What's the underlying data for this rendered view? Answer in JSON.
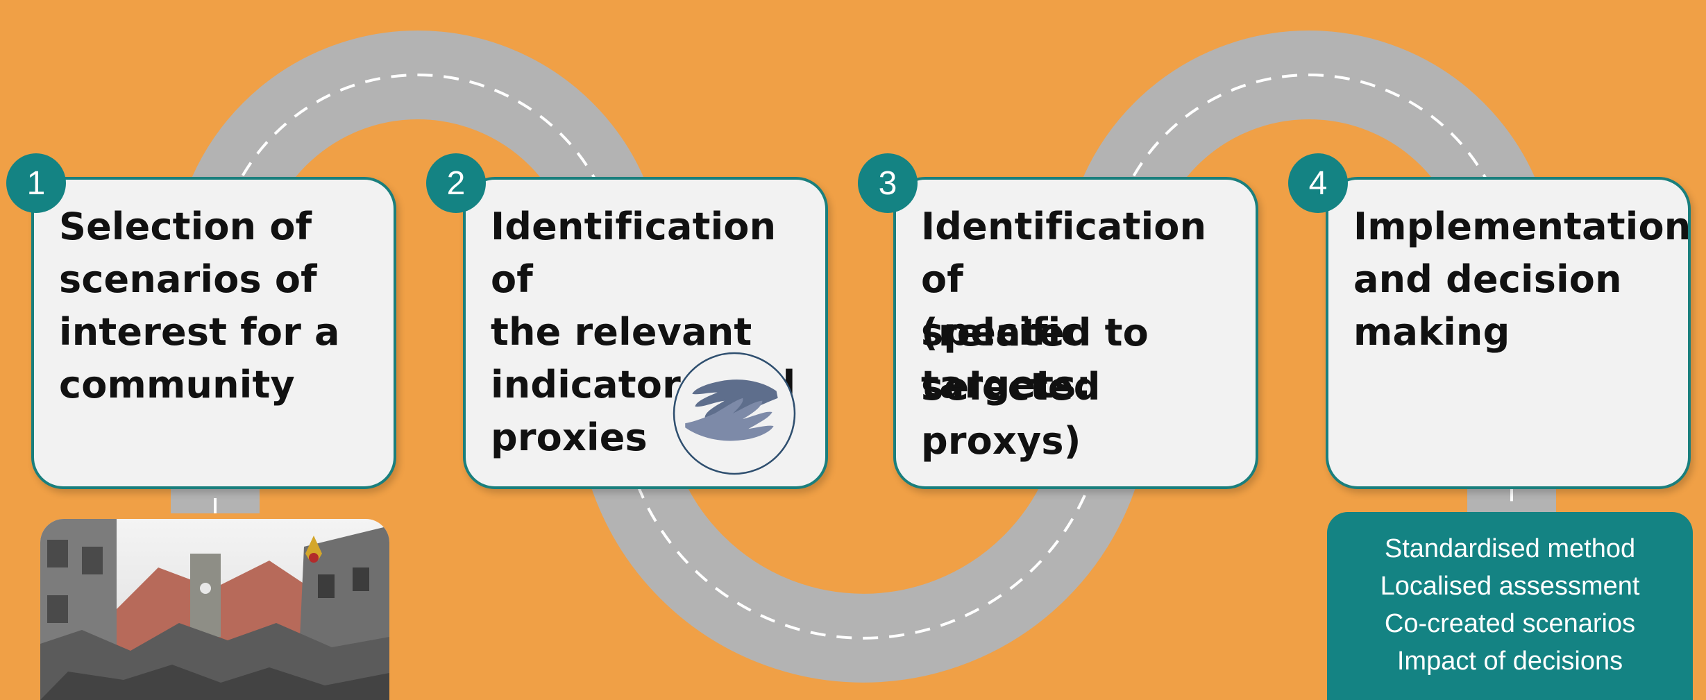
{
  "steps": [
    {
      "number": "1",
      "title": "Selection of\nscenarios of\ninterest for a\ncommunity"
    },
    {
      "number": "2",
      "title": "Identification of\nthe relevant\nindicators and\nproxies"
    },
    {
      "number": "3",
      "title": "Identification of\nspecific targets:",
      "subtitle": "(related to\nselected proxys)"
    },
    {
      "number": "4",
      "title": "Implementation\nand decision\nmaking"
    }
  ],
  "benefits": [
    "Standardised method",
    "Localised assessment",
    "Co-created scenarios",
    "Impact of decisions"
  ],
  "colors": {
    "background": "#F0A046",
    "road": "#B3B3B3",
    "road_marking": "#FFFFFF",
    "accent": "#148383",
    "card": "#F2F2F2"
  },
  "icons": [
    "handshake-icon",
    "earthquake-damage-photo",
    "fire-brigade-emblem"
  ]
}
